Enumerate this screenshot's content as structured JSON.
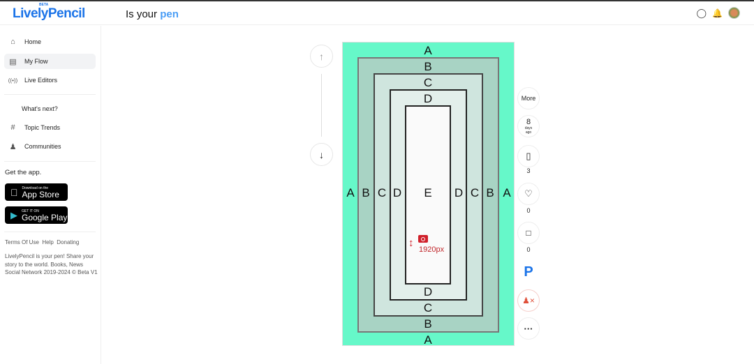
{
  "header": {
    "logo": "LivelyPencil",
    "logo_badge": "BETA",
    "title_prefix": "Is your",
    "title_highlight": "pen"
  },
  "sidebar": {
    "items": [
      {
        "label": "Home"
      },
      {
        "label": "My Flow"
      },
      {
        "label": "Live Editors"
      },
      {
        "label": "What's next?"
      },
      {
        "label": "Topic Trends"
      },
      {
        "label": "Communities"
      }
    ],
    "get_app": "Get the app.",
    "app_store": {
      "small": "Download on the",
      "big": "App Store"
    },
    "google_play": {
      "small": "GET IT ON",
      "big": "Google Play"
    },
    "links": [
      "Terms Of Use",
      "Help",
      "Donating"
    ],
    "about": "LivelyPencil is your pen! Share your story to the world. Books, News Social Network 2019-2024 © Beta V1"
  },
  "page": {
    "labels": {
      "A": "A",
      "B": "B",
      "C": "C",
      "D": "D",
      "E": "E"
    },
    "size_note": "1920px"
  },
  "colors": {
    "A": "#66f8c9",
    "B": "#a8d3c4",
    "C": "#cfe5de",
    "D": "#e3efeb",
    "E": "#fafafa"
  },
  "actions": {
    "more": "More",
    "age_num": "8",
    "age_unit": "days",
    "age_ago": "ago",
    "bookmarks": "3",
    "likes": "0",
    "comments": "0"
  }
}
